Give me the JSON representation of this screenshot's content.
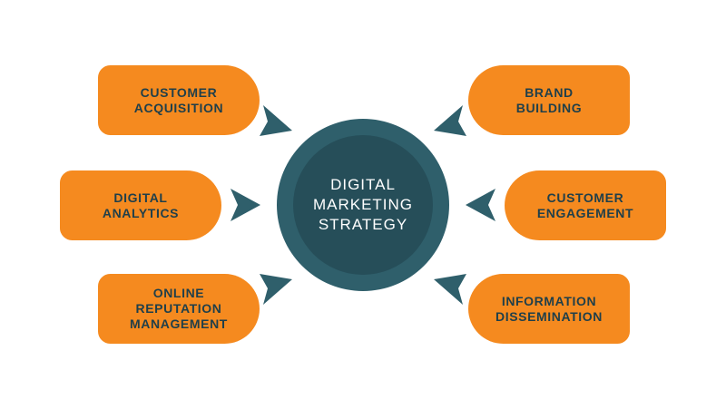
{
  "center": {
    "title": "DIGITAL\nMARKETING\nSTRATEGY"
  },
  "items": {
    "customer_acquisition": "CUSTOMER\nACQUISITION",
    "digital_analytics": "DIGITAL\nANALYTICS",
    "online_reputation_management": "ONLINE\nREPUTATION\nMANAGEMENT",
    "brand_building": "BRAND\nBUILDING",
    "customer_engagement": "CUSTOMER\nENGAGEMENT",
    "information_dissemination": "INFORMATION\nDISSEMINATION"
  },
  "colors": {
    "box_fill": "#F58A1F",
    "circle_outer": "#2F5F6B",
    "circle_inner": "#264E59",
    "arrow": "#2F5F6B",
    "text_dark": "#1F3F4A"
  }
}
